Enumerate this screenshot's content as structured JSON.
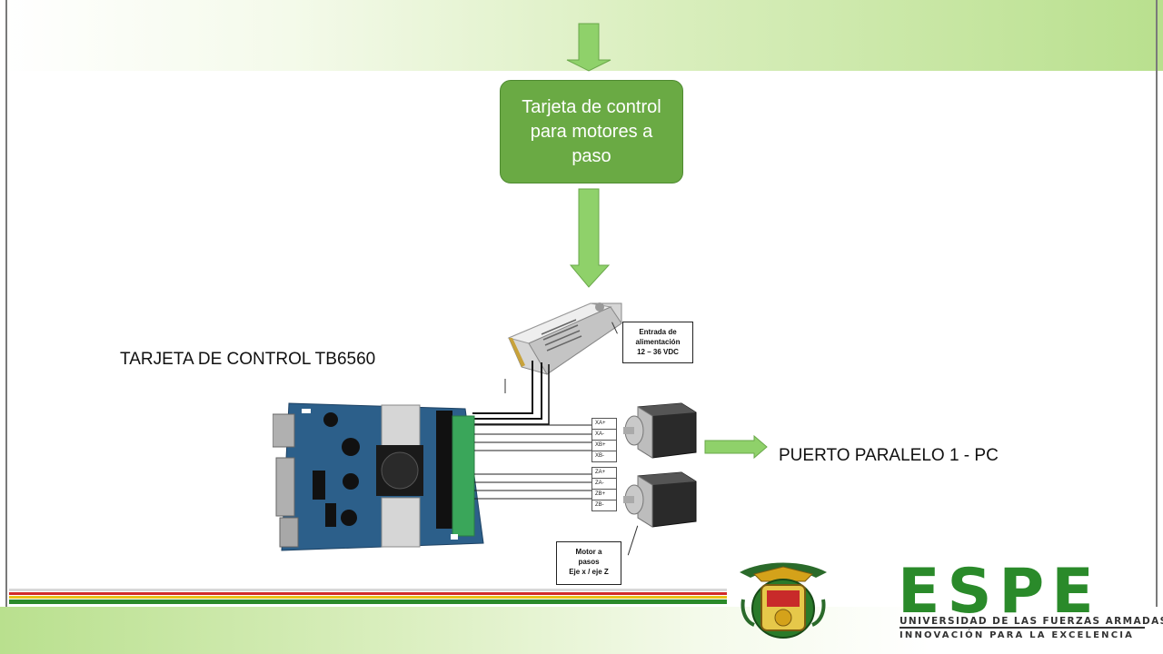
{
  "control_box": {
    "label": "Tarjeta de control para motores a paso"
  },
  "captions": {
    "board": "TARJETA DE CONTROL TB6560",
    "parallel_port": "PUERTO PARALELO 1 - PC"
  },
  "power_supply_box": {
    "line1": "Entrada de",
    "line2": "alimentación",
    "line3": "12 – 36 VDC"
  },
  "motor_box": {
    "line1": "Motor a",
    "line2": "pasos",
    "line3": "Eje x / eje Z"
  },
  "motor_x_pins": [
    "XA+",
    "XA-",
    "XB+",
    "XB-"
  ],
  "motor_z_pins": [
    "ZA+",
    "ZA-",
    "ZB+",
    "ZB-"
  ],
  "logo": {
    "name": "ESPE",
    "line1": "UNIVERSIDAD DE LAS FUERZAS ARMADAS",
    "line2": "INNOVACIÓN PARA LA EXCELENCIA"
  },
  "colors": {
    "accent_green": "#6aaa44",
    "arrow_green": "#8fd16a",
    "logo_green": "#2a8a2a"
  }
}
